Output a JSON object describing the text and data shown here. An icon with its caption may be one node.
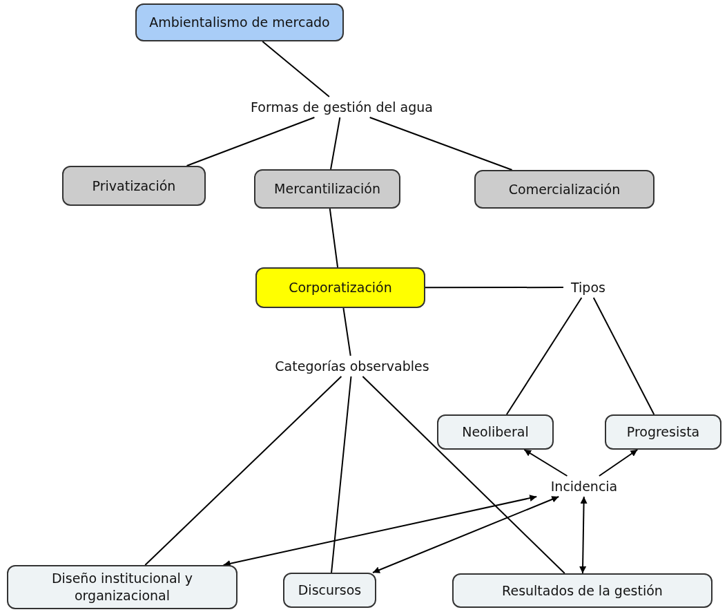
{
  "diagram": {
    "nodes": [
      {
        "text": [
          "Ambientalismo de mercado"
        ]
      },
      {
        "text": [
          "Formas de gestión del agua"
        ]
      },
      {
        "text": [
          "Privatización"
        ]
      },
      {
        "text": [
          "Mercantilización"
        ]
      },
      {
        "text": [
          "Comercialización"
        ]
      },
      {
        "text": [
          "Corporatización"
        ]
      },
      {
        "text": [
          "Tipos"
        ]
      },
      {
        "text": [
          "Categorías observables"
        ]
      },
      {
        "text": [
          "Neoliberal"
        ]
      },
      {
        "text": [
          "Progresista"
        ]
      },
      {
        "text": [
          "Incidencia"
        ]
      },
      {
        "text": [
          "Diseño institucional y organizacional"
        ]
      },
      {
        "text": [
          "Discursos"
        ]
      },
      {
        "text": [
          "Resultados de la gestión"
        ]
      }
    ],
    "edges": [
      {
        "from": 0,
        "to": 1,
        "arrow": "none"
      },
      {
        "from": 1,
        "to": 2,
        "arrow": "none"
      },
      {
        "from": 1,
        "to": 3,
        "arrow": "none"
      },
      {
        "from": 1,
        "to": 4,
        "arrow": "none"
      },
      {
        "from": 3,
        "to": 5,
        "arrow": "none"
      },
      {
        "from": 5,
        "to": 6,
        "arrow": "none"
      },
      {
        "from": 6,
        "to": 8,
        "arrow": "none"
      },
      {
        "from": 6,
        "to": 9,
        "arrow": "none"
      },
      {
        "from": 5,
        "to": 7,
        "arrow": "none"
      },
      {
        "from": 7,
        "to": 11,
        "arrow": "none"
      },
      {
        "from": 7,
        "to": 12,
        "arrow": "none"
      },
      {
        "from": 7,
        "to": 13,
        "arrow": "none"
      },
      {
        "from": 10,
        "to": 8,
        "arrow": "to"
      },
      {
        "from": 10,
        "to": 9,
        "arrow": "to"
      },
      {
        "from": 10,
        "to": 11,
        "arrow": "both"
      },
      {
        "from": 10,
        "to": 12,
        "arrow": "both"
      },
      {
        "from": 10,
        "to": 13,
        "arrow": "both"
      }
    ]
  }
}
